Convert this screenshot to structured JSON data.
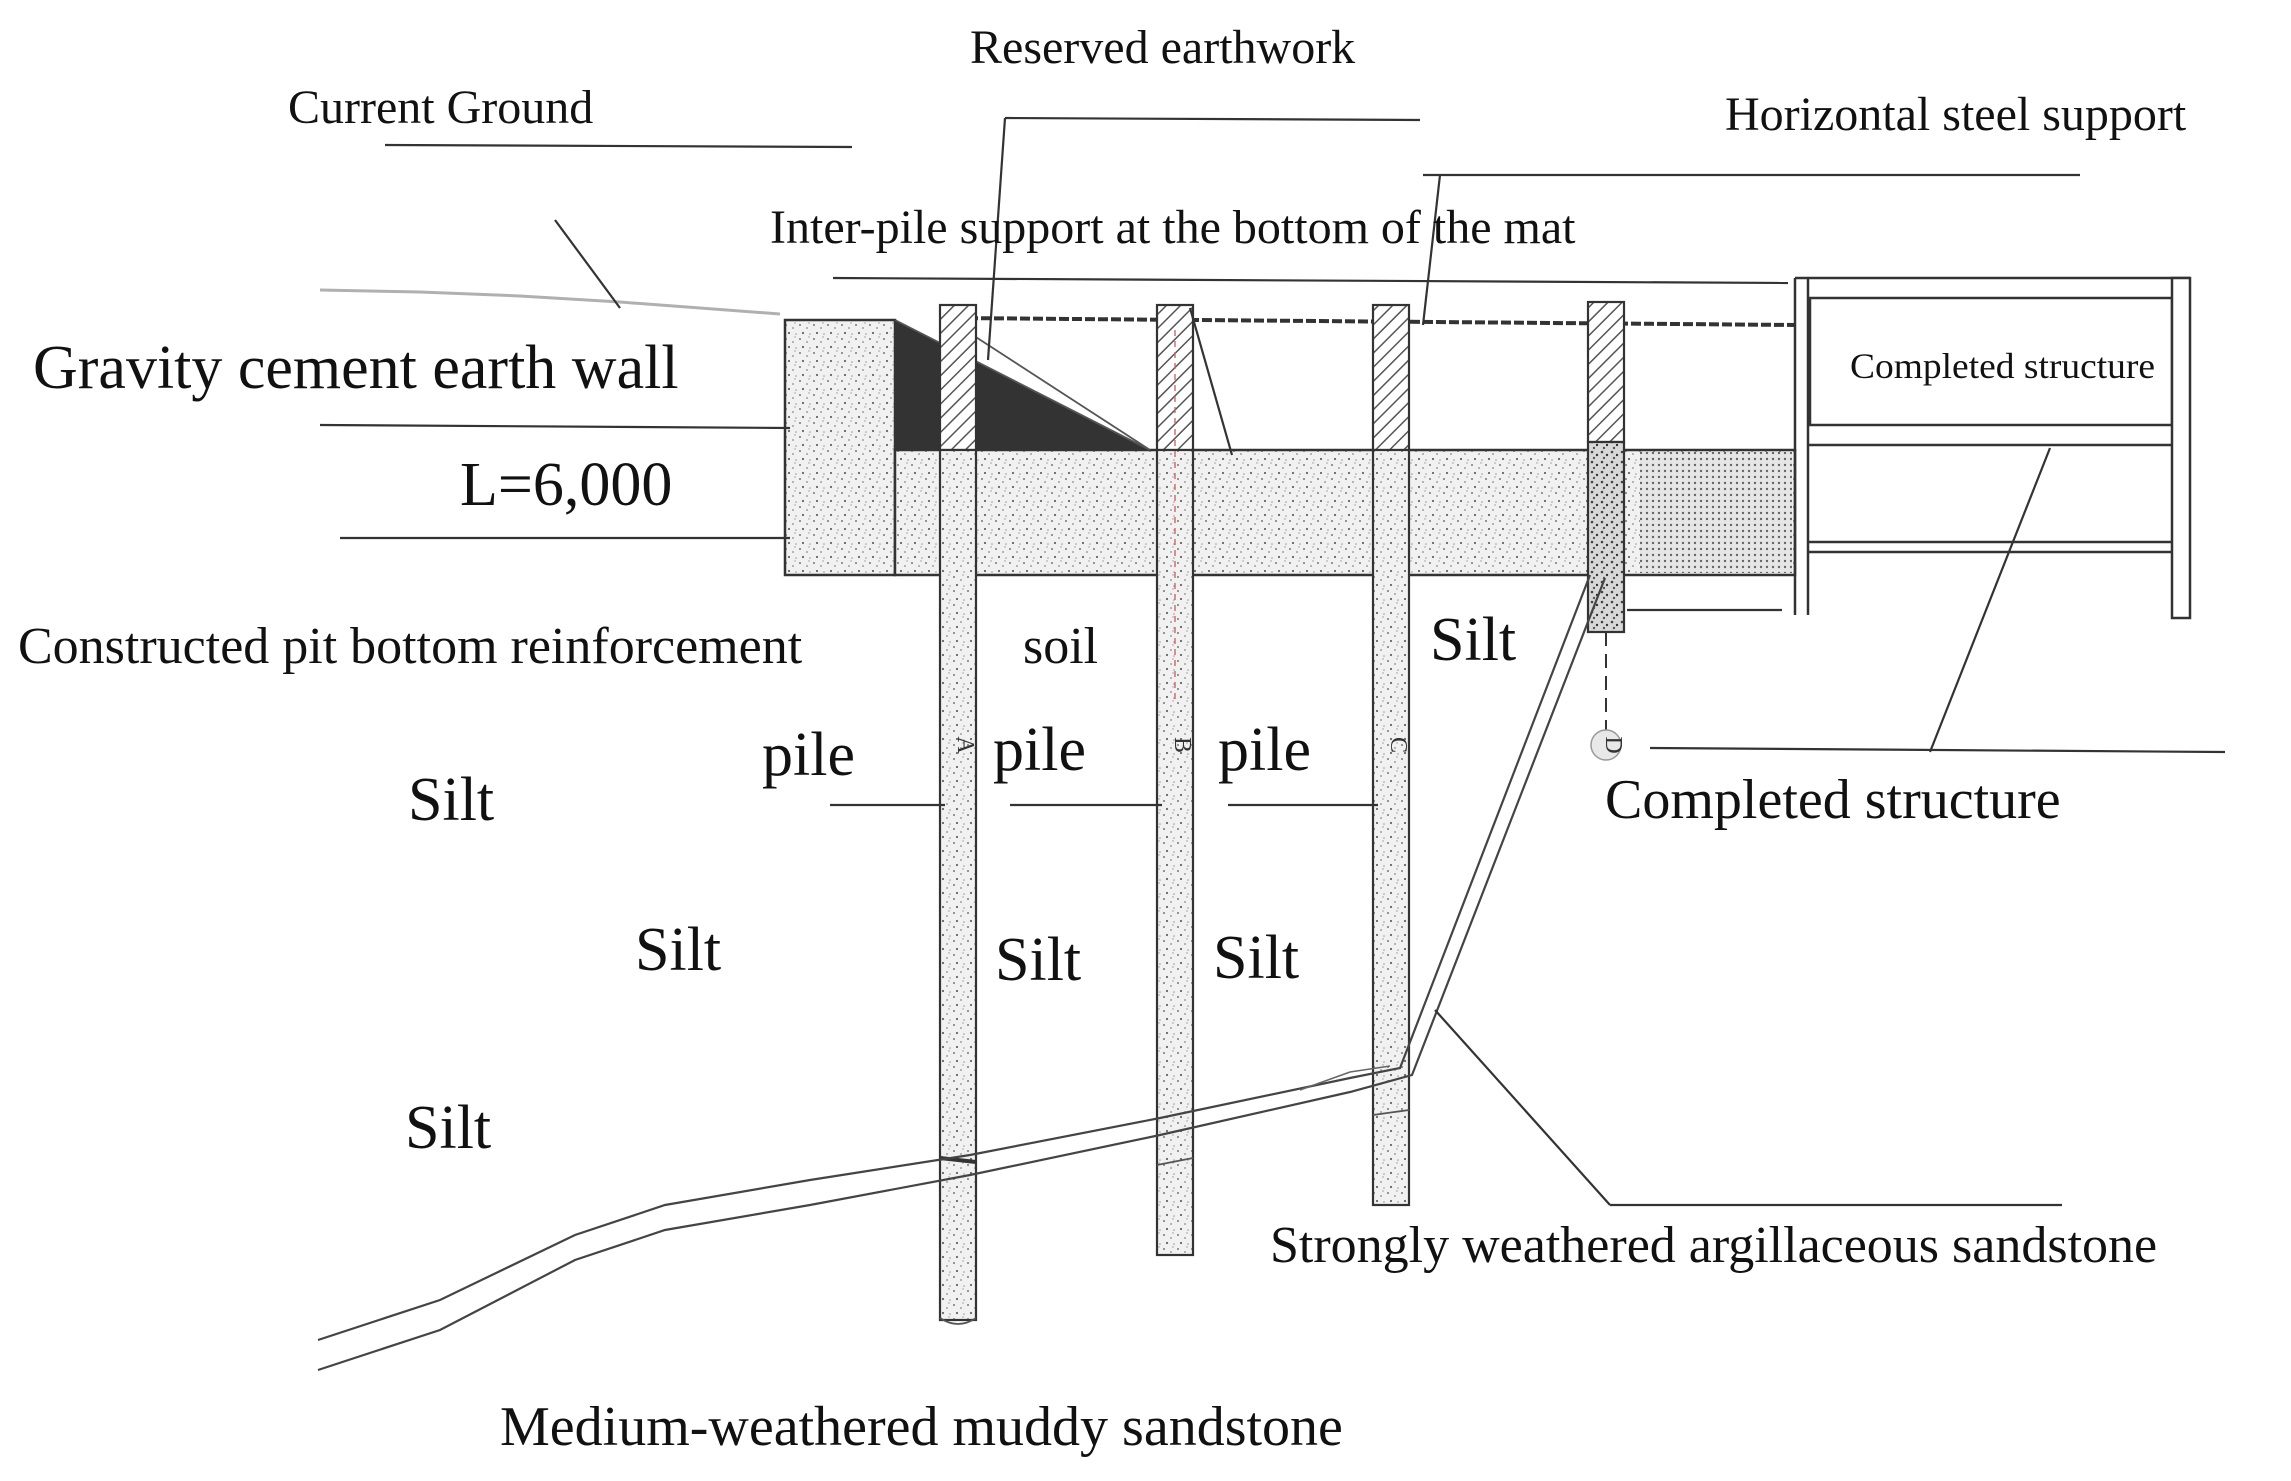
{
  "diagram": {
    "labels": {
      "current_ground": "Current Ground",
      "reserved_earthwork": "Reserved earthwork",
      "horizontal_steel_support": "Horizontal steel support",
      "inter_pile_support": "Inter-pile support at the bottom of the mat",
      "gravity_wall": "Gravity cement earth wall",
      "wall_length": "L=6,000",
      "completed_structure_box": "Completed structure",
      "completed_structure": "Completed structure",
      "reinforcement": "Constructed pit bottom reinforcement",
      "soil": "soil",
      "silt_right": "Silt",
      "pile_a": "pile",
      "pile_b": "pile",
      "pile_c": "pile",
      "silt_left_1": "Silt",
      "silt_left_2": "Silt",
      "silt_mid_1": "Silt",
      "silt_mid_2": "Silt",
      "silt_left_3": "Silt",
      "strongly_weathered": "Strongly weathered argillaceous sandstone",
      "medium_weathered": "Medium-weathered muddy sandstone"
    },
    "pile_ids": {
      "a": "A",
      "b": "B",
      "c": "C",
      "d": "D"
    },
    "colors": {
      "line": "#333333",
      "concrete_fill": "#eeeeee",
      "earthwork_fill": "#333333",
      "hatch": "#555555",
      "ground_line": "#b0b0b0"
    }
  }
}
